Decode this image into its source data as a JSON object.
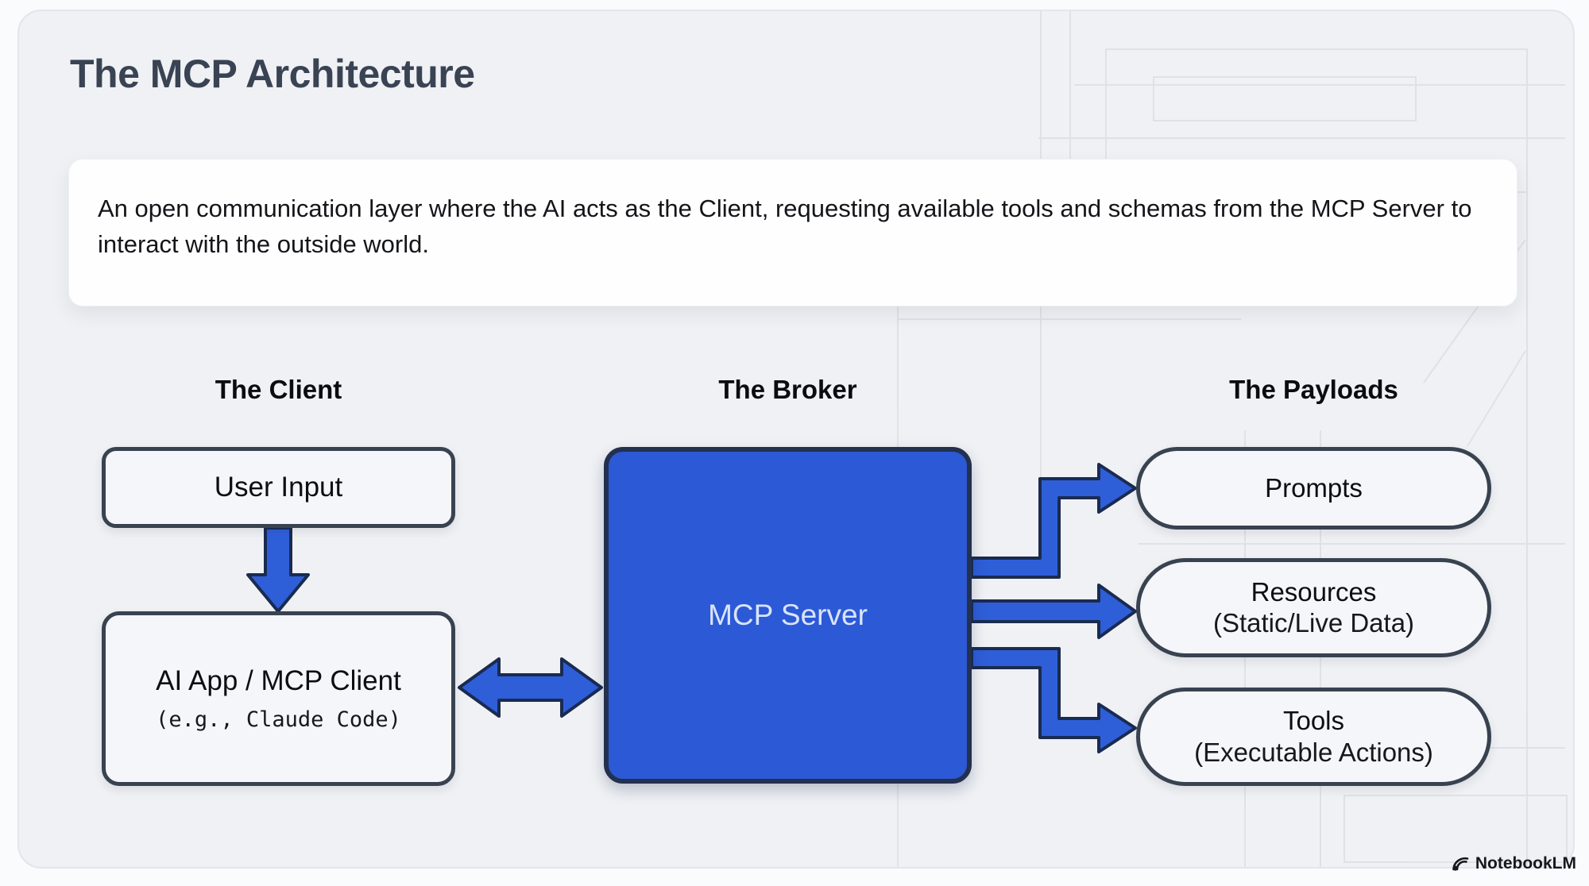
{
  "slide": {
    "title": "The MCP Architecture",
    "description": "An open communication layer where the AI acts as the Client, requesting available tools and schemas from the MCP Server to interact with the outside world."
  },
  "columns": {
    "client": "The Client",
    "broker": "The Broker",
    "payloads": "The Payloads"
  },
  "nodes": {
    "user_input": {
      "label": "User Input"
    },
    "ai_app": {
      "label": "AI App / MCP Client",
      "sublabel": "(e.g., Claude Code)"
    },
    "mcp_server": {
      "label": "MCP Server"
    },
    "payloads": [
      {
        "label": "Prompts",
        "sublabel": ""
      },
      {
        "label": "Resources",
        "sublabel": "(Static/Live Data)"
      },
      {
        "label": "Tools",
        "sublabel": "(Executable Actions)"
      }
    ]
  },
  "branding": {
    "name": "NotebookLM"
  },
  "colors": {
    "accent_blue": "#2c59d6",
    "arrow_blue": "#2f5ed9",
    "node_border": "#394251",
    "title_text": "#3a4353",
    "card_background": "#eff1f4"
  }
}
